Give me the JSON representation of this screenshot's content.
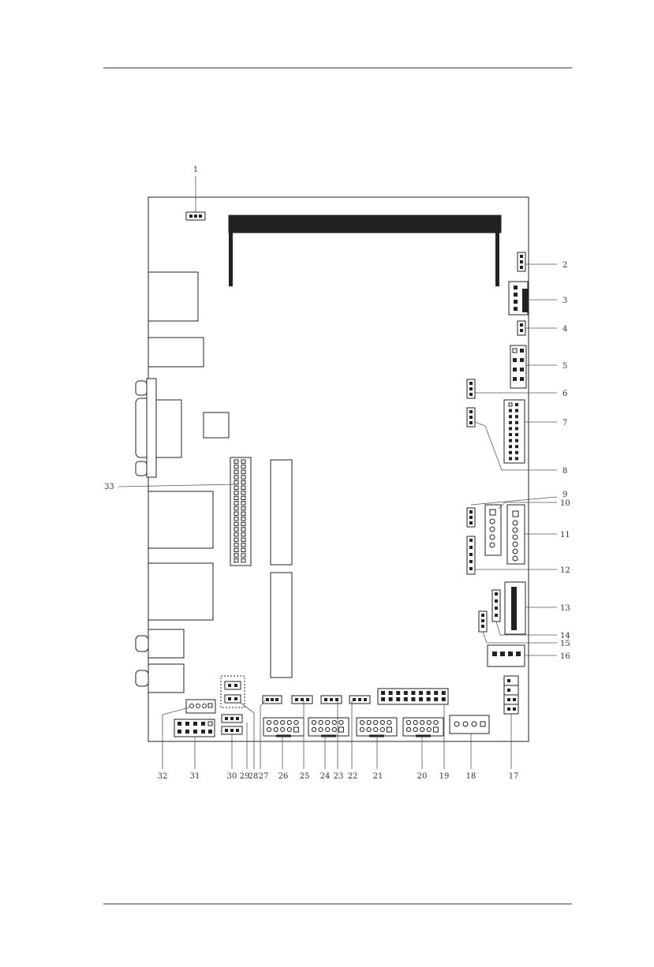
{
  "figure": {
    "callouts": {
      "c1": "1",
      "c2": "2",
      "c3": "3",
      "c4": "4",
      "c5": "5",
      "c6": "6",
      "c7": "7",
      "c8": "8",
      "c9": "9",
      "c10": "10",
      "c11": "11",
      "c12": "12",
      "c13": "13",
      "c14": "14",
      "c15": "15",
      "c16": "16",
      "c17": "17",
      "c18": "18",
      "c19": "19",
      "c20": "20",
      "c21": "21",
      "c22": "22",
      "c23": "23",
      "c24": "24",
      "c25": "25",
      "c26": "26",
      "c27": "27",
      "c28": "28",
      "c29": "29",
      "c30": "30",
      "c31": "31",
      "c32": "32",
      "c33": "33"
    },
    "colors": {
      "outline": "#222222",
      "leader": "#555555",
      "rule": "#9a9a9a",
      "text": "#333333"
    }
  }
}
